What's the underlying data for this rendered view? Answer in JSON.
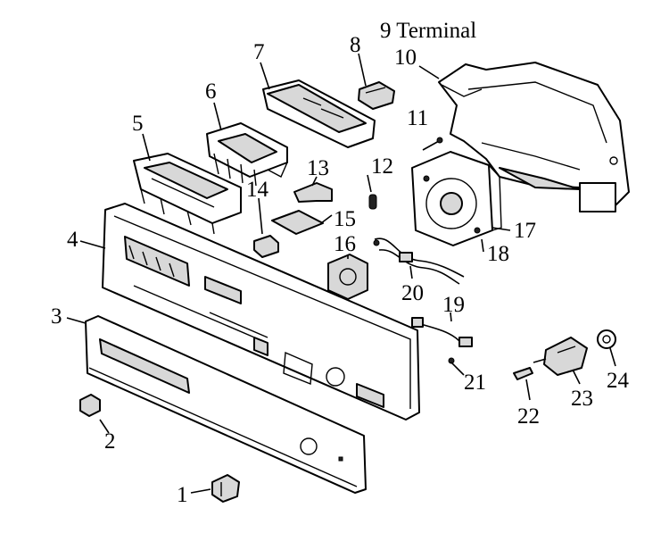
{
  "labels": {
    "p1": "1",
    "p2": "2",
    "p3": "3",
    "p4": "4",
    "p5": "5",
    "p6": "6",
    "p7": "7",
    "p8": "8",
    "p9": "9 Terminal",
    "p10": "10",
    "p11": "11",
    "p12": "12",
    "p13": "13",
    "p14": "14",
    "p15": "15",
    "p16": "16",
    "p17": "17",
    "p18": "18",
    "p19": "19",
    "p20": "20",
    "p21": "21",
    "p22": "22",
    "p23": "23",
    "p24": "24"
  }
}
